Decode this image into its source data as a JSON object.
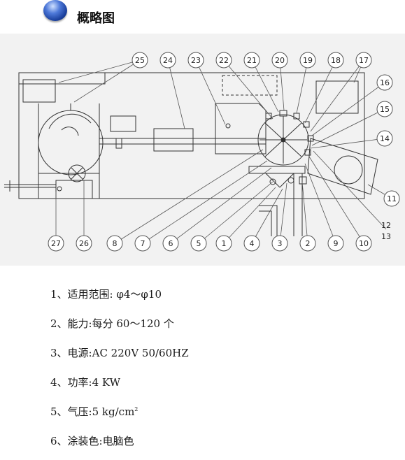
{
  "header": {
    "title": "概略图",
    "icon": "blue-orb-icon"
  },
  "diagram": {
    "callouts": [
      "25",
      "24",
      "23",
      "22",
      "21",
      "20",
      "19",
      "18",
      "17",
      "16",
      "15",
      "14",
      "11",
      "12",
      "13",
      "27",
      "26",
      "8",
      "7",
      "6",
      "5",
      "1",
      "4",
      "3",
      "2",
      "9",
      "10"
    ]
  },
  "specs": [
    {
      "num": "1、",
      "label": "适用范围:",
      "value": " φ4～φ10"
    },
    {
      "num": "2、",
      "label": "能力:",
      "value": "每分 60～120 个"
    },
    {
      "num": "3、",
      "label": "电源:",
      "value": "AC 220V   50/60HZ"
    },
    {
      "num": "4、",
      "label": "功率:",
      "value": "4 KW"
    },
    {
      "num": "5、",
      "label": "气压:",
      "value": "5 kg/cm",
      "sup": "2"
    },
    {
      "num": "6、",
      "label": "涂装色:",
      "value": "电脑色"
    }
  ]
}
